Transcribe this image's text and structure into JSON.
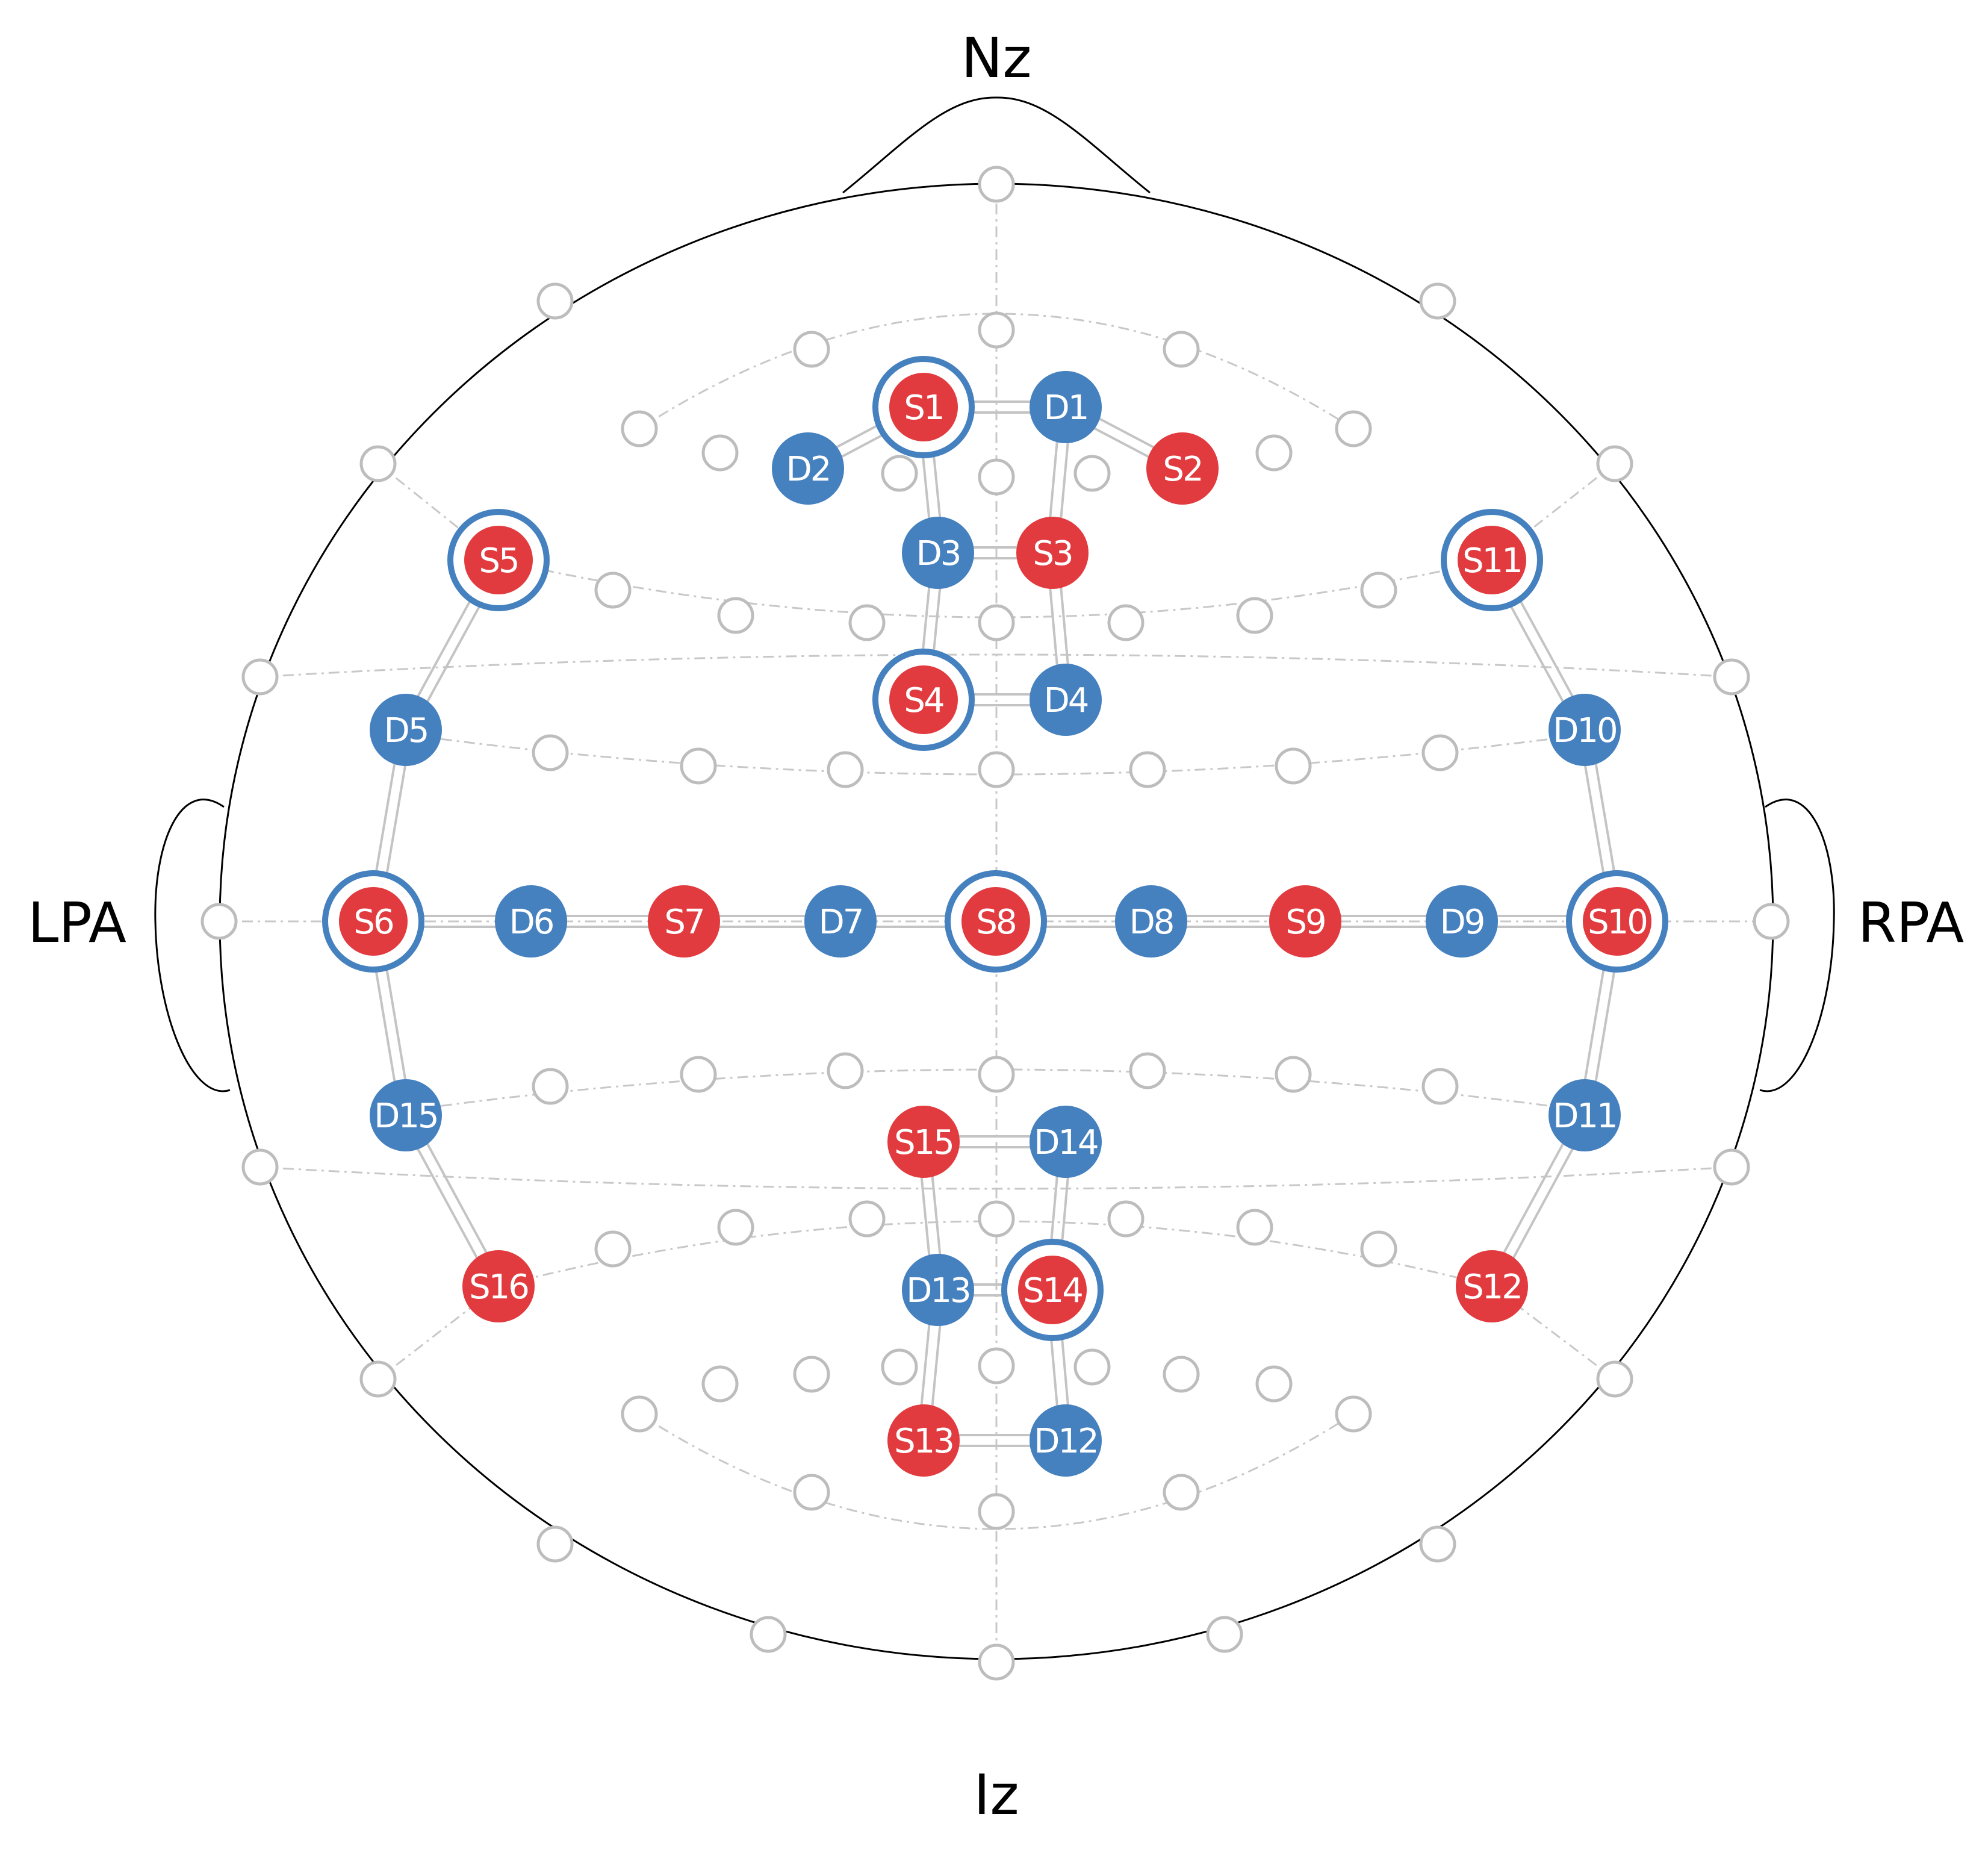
{
  "landmarks": {
    "nasion": "Nz",
    "inion": "Iz",
    "left_preauricular": "LPA",
    "right_preauricular": "RPA"
  },
  "colors": {
    "source": "#e23b3f",
    "detector": "#4580bf",
    "highlight_ring": "#4580bf",
    "empty_position": "#bdbdbd",
    "guide_line": "#c8c8c8",
    "channel_line": "#c4c4c4",
    "head_outline": "#000000"
  },
  "sources": [
    {
      "id": "S1",
      "label": "S1",
      "highlighted": true
    },
    {
      "id": "S2",
      "label": "S2",
      "highlighted": false
    },
    {
      "id": "S3",
      "label": "S3",
      "highlighted": false
    },
    {
      "id": "S4",
      "label": "S4",
      "highlighted": true
    },
    {
      "id": "S5",
      "label": "S5",
      "highlighted": true
    },
    {
      "id": "S6",
      "label": "S6",
      "highlighted": true
    },
    {
      "id": "S7",
      "label": "S7",
      "highlighted": false
    },
    {
      "id": "S8",
      "label": "S8",
      "highlighted": true
    },
    {
      "id": "S9",
      "label": "S9",
      "highlighted": false
    },
    {
      "id": "S10",
      "label": "S10",
      "highlighted": true
    },
    {
      "id": "S11",
      "label": "S11",
      "highlighted": true
    },
    {
      "id": "S12",
      "label": "S12",
      "highlighted": false
    },
    {
      "id": "S13",
      "label": "S13",
      "highlighted": false
    },
    {
      "id": "S14",
      "label": "S14",
      "highlighted": true
    },
    {
      "id": "S15",
      "label": "S15",
      "highlighted": false
    },
    {
      "id": "S16",
      "label": "S16",
      "highlighted": false
    }
  ],
  "detectors": [
    {
      "id": "D1",
      "label": "D1"
    },
    {
      "id": "D2",
      "label": "D2"
    },
    {
      "id": "D3",
      "label": "D3"
    },
    {
      "id": "D4",
      "label": "D4"
    },
    {
      "id": "D5",
      "label": "D5"
    },
    {
      "id": "D6",
      "label": "D6"
    },
    {
      "id": "D7",
      "label": "D7"
    },
    {
      "id": "D8",
      "label": "D8"
    },
    {
      "id": "D9",
      "label": "D9"
    },
    {
      "id": "D10",
      "label": "D10"
    },
    {
      "id": "D11",
      "label": "D11"
    },
    {
      "id": "D12",
      "label": "D12"
    },
    {
      "id": "D13",
      "label": "D13"
    },
    {
      "id": "D14",
      "label": "D14"
    },
    {
      "id": "D15",
      "label": "D15"
    }
  ],
  "channels": [
    [
      "S1",
      "D1"
    ],
    [
      "S1",
      "D2"
    ],
    [
      "S1",
      "D3"
    ],
    [
      "S2",
      "D1"
    ],
    [
      "S3",
      "D1"
    ],
    [
      "S3",
      "D3"
    ],
    [
      "S3",
      "D4"
    ],
    [
      "S4",
      "D3"
    ],
    [
      "S4",
      "D4"
    ],
    [
      "S5",
      "D5"
    ],
    [
      "S6",
      "D5"
    ],
    [
      "S6",
      "D6"
    ],
    [
      "S6",
      "D15"
    ],
    [
      "S7",
      "D6"
    ],
    [
      "S7",
      "D7"
    ],
    [
      "S8",
      "D7"
    ],
    [
      "S8",
      "D8"
    ],
    [
      "S9",
      "D8"
    ],
    [
      "S9",
      "D9"
    ],
    [
      "S10",
      "D9"
    ],
    [
      "S10",
      "D10"
    ],
    [
      "S10",
      "D11"
    ],
    [
      "S11",
      "D10"
    ],
    [
      "S12",
      "D11"
    ],
    [
      "S13",
      "D12"
    ],
    [
      "S13",
      "D13"
    ],
    [
      "S14",
      "D12"
    ],
    [
      "S14",
      "D13"
    ],
    [
      "S14",
      "D14"
    ],
    [
      "S15",
      "D13"
    ],
    [
      "S15",
      "D14"
    ],
    [
      "S16",
      "D15"
    ]
  ]
}
